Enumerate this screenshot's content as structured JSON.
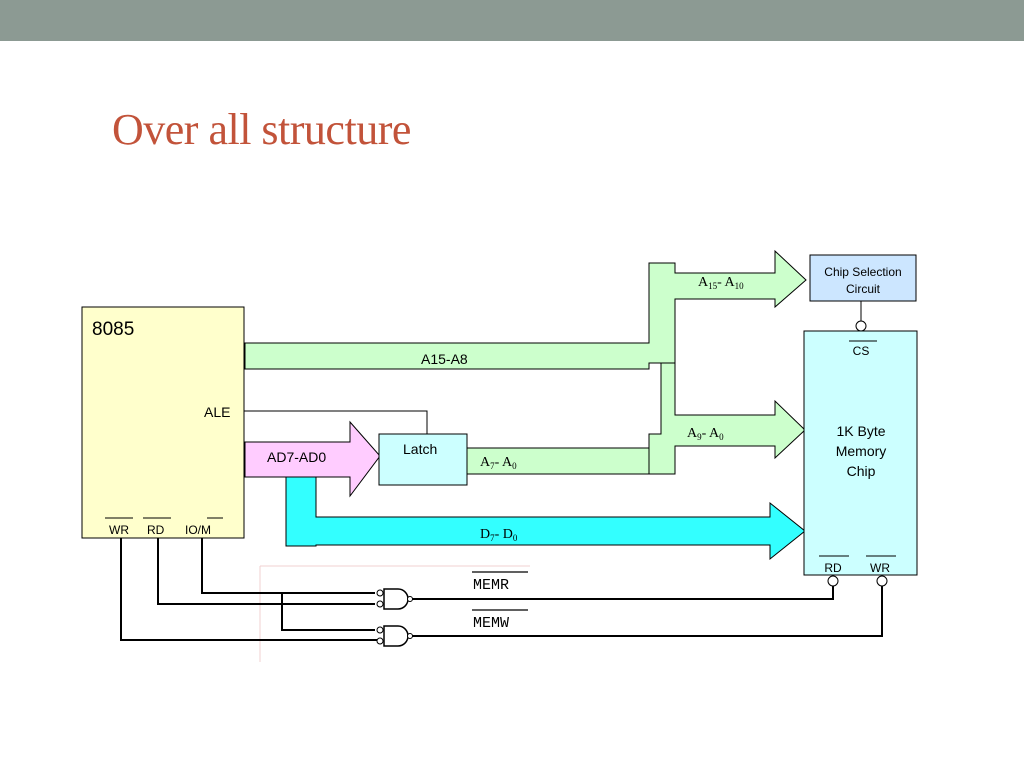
{
  "slide": {
    "title": "Over all structure"
  },
  "colors": {
    "topbar": "#8c9a93",
    "title": "#c2533a",
    "cpu_fill": "#ffffcc",
    "memory_fill": "#ccffff",
    "chip_select_fill": "#cce6ff",
    "address_bus": "#ccffcc",
    "data_bus": "#33ffff",
    "ad_bus": "#ffccff",
    "latch_fill": "#ccffff"
  },
  "cpu": {
    "name": "8085",
    "ale": "ALE",
    "ad_bus": "AD7-AD0",
    "pins": {
      "wr": "WR",
      "rd": "RD",
      "iom": "IO/M"
    }
  },
  "buses": {
    "high_address": "A15-A8",
    "latched_address": {
      "base": "A",
      "sub": "7",
      "mid": "- A",
      "sub2": "0"
    },
    "select_address": {
      "base": "A",
      "sub": "15",
      "mid": "- A",
      "sub2": "10"
    },
    "memory_address": {
      "base": "A",
      "sub": "9",
      "mid": "- A",
      "sub2": "0"
    },
    "data": {
      "base": "D",
      "sub": "7",
      "mid": "- D",
      "sub2": "0"
    }
  },
  "latch": {
    "label": "Latch"
  },
  "chip_select": {
    "line1": "Chip Selection",
    "line2": "Circuit"
  },
  "memory": {
    "line1": "1K Byte",
    "line2": "Memory",
    "line3": "Chip",
    "cs": "CS",
    "rd": "RD",
    "wr": "WR"
  },
  "signals": {
    "memr": "MEMR",
    "memw": "MEMW"
  }
}
